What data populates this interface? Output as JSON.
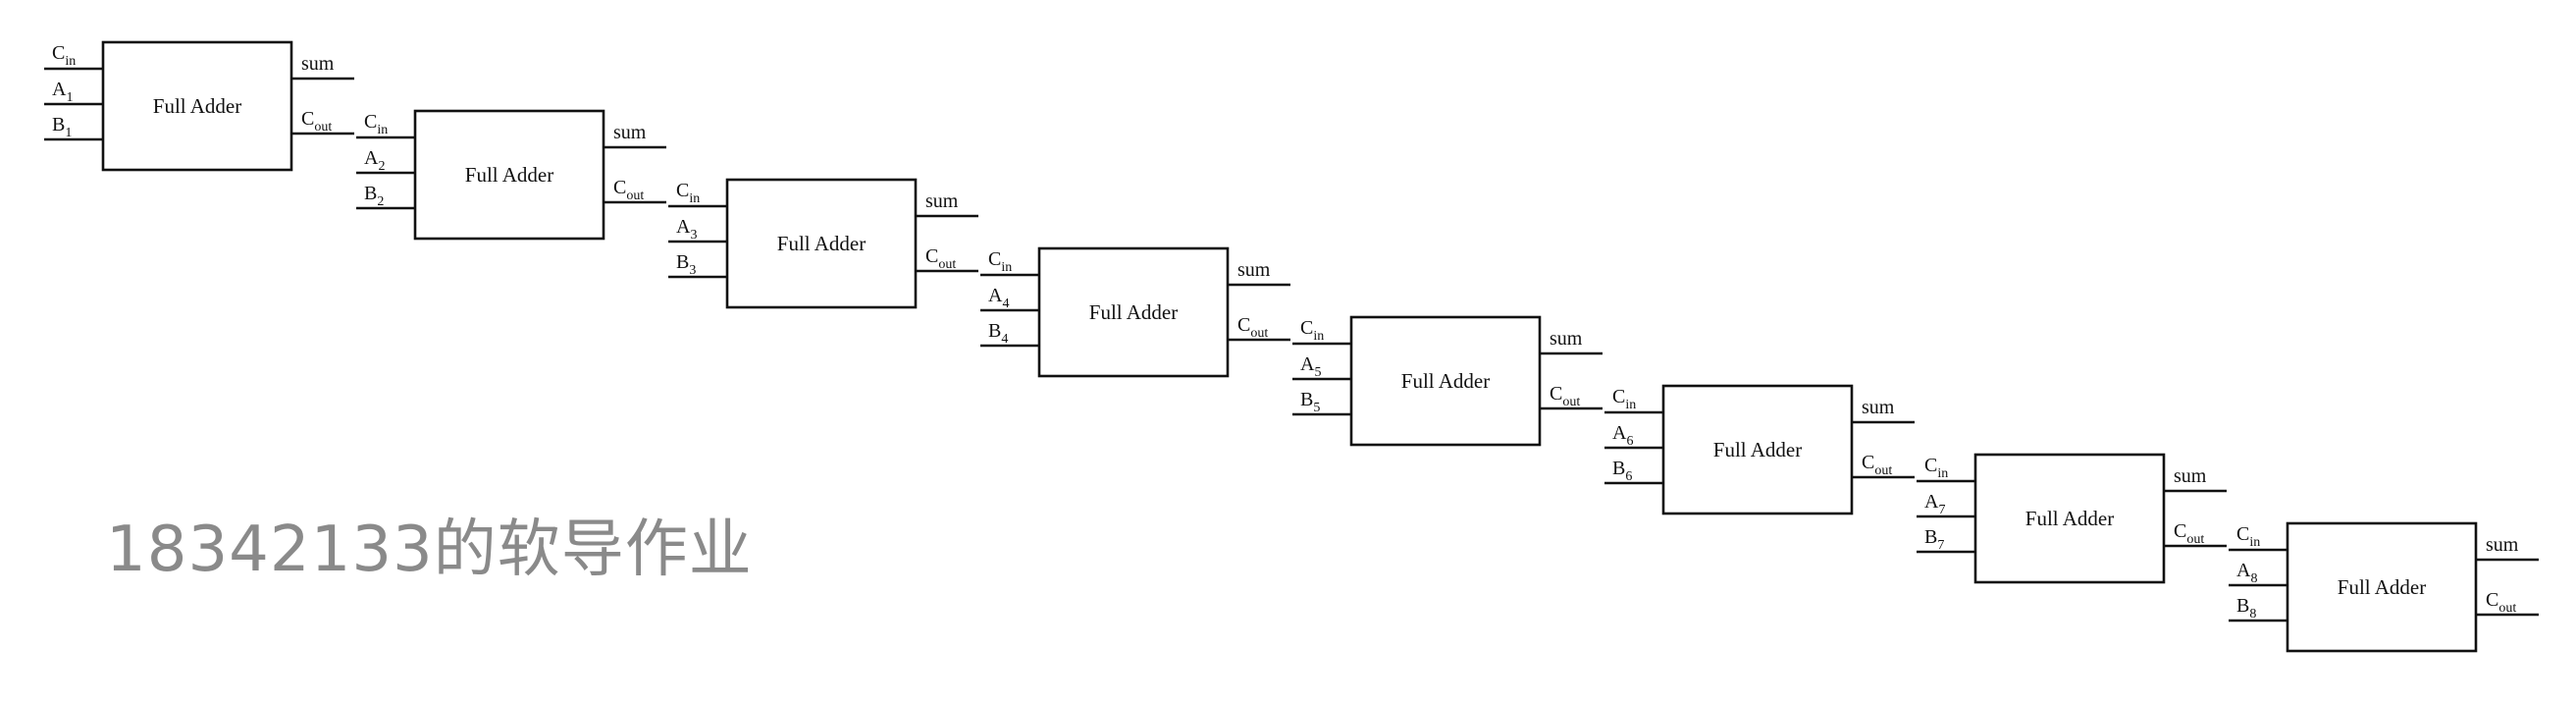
{
  "watermark": "18342133的软导作业",
  "block_title": "Full Adder",
  "ports": {
    "c_main": "C",
    "cin_sub": "in",
    "cout_sub": "out",
    "sum": "sum",
    "a_main": "A",
    "b_main": "B"
  },
  "stages": [
    {
      "index": "1"
    },
    {
      "index": "2"
    },
    {
      "index": "3"
    },
    {
      "index": "4"
    },
    {
      "index": "5"
    },
    {
      "index": "6"
    },
    {
      "index": "7"
    },
    {
      "index": "8"
    }
  ]
}
